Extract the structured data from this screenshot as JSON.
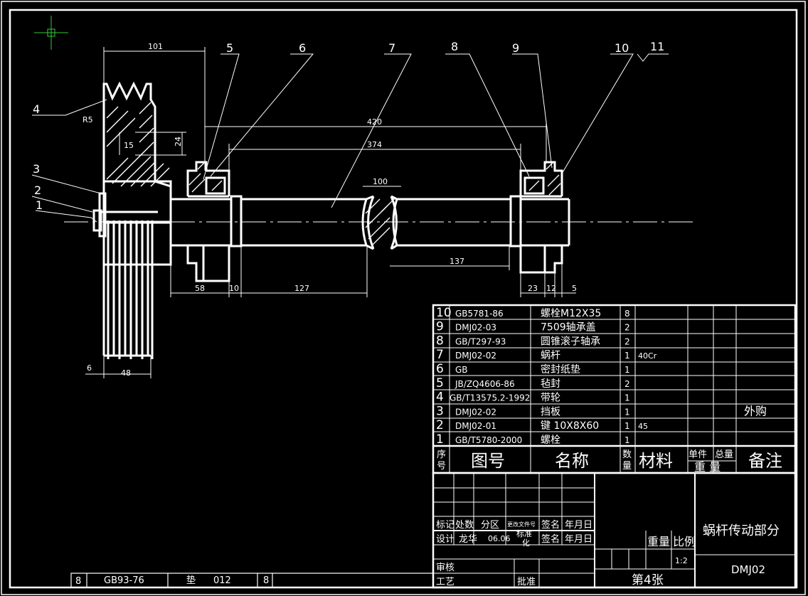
{
  "part_labels": [
    "1",
    "2",
    "3",
    "4",
    "5",
    "6",
    "7",
    "8",
    "9",
    "10",
    "11"
  ],
  "dimensions": {
    "d101": "101",
    "r5": "R5",
    "d15": "15",
    "d24": "24",
    "d420": "420",
    "d374": "374",
    "d100": "100",
    "d137": "137",
    "d58": "58",
    "d10": "10",
    "d127": "127",
    "d23": "23",
    "d12": "12",
    "d5": "5",
    "d6": "6",
    "d48": "48"
  },
  "bom": {
    "rows": [
      {
        "no": "10",
        "code": "GB5781-86",
        "name": "螺栓M12X35",
        "qty": "8",
        "material": "",
        "remark": ""
      },
      {
        "no": "9",
        "code": "DMJ02-03",
        "name": "7509轴承盖",
        "qty": "2",
        "material": "",
        "remark": ""
      },
      {
        "no": "8",
        "code": "GB/T297-93",
        "name": "圆锥滚子轴承",
        "qty": "2",
        "material": "",
        "remark": ""
      },
      {
        "no": "7",
        "code": "DMJ02-02",
        "name": "蜗杆",
        "qty": "1",
        "material": "40Cr",
        "remark": ""
      },
      {
        "no": "6",
        "code": "GB",
        "name": "密封纸垫",
        "qty": "1",
        "material": "",
        "remark": ""
      },
      {
        "no": "5",
        "code": "JB/ZQ4606-86",
        "name": "毡封",
        "qty": "2",
        "material": "",
        "remark": ""
      },
      {
        "no": "4",
        "code": "GB/T13575.2-1992",
        "name": "带轮",
        "qty": "1",
        "material": "",
        "remark": ""
      },
      {
        "no": "3",
        "code": "DMJ02-02",
        "name": "挡板",
        "qty": "1",
        "material": "",
        "remark": "外购"
      },
      {
        "no": "2",
        "code": "DMJ02-01",
        "name": "键 10X8X60",
        "qty": "1",
        "material": "45",
        "remark": ""
      },
      {
        "no": "1",
        "code": "GB/T5780-2000",
        "name": "螺栓",
        "qty": "1",
        "material": "",
        "remark": ""
      }
    ],
    "header": {
      "no_a": "序",
      "no_b": "号",
      "code": "图号",
      "name": "名称",
      "qty_a": "数",
      "qty_b": "量",
      "material": "材料",
      "unit_a": "单件",
      "unit_b": "重 量",
      "total": "总量",
      "remark": "备注"
    }
  },
  "title_block": {
    "mark": "标记",
    "count": "处数",
    "zone": "分区",
    "change_doc": "更改文件号",
    "sign": "签名",
    "date": "年月日",
    "design": "设计",
    "designer": "龙华",
    "design_date": "06.06",
    "standard_a": "标准",
    "standard_b": "化",
    "sign2": "签名",
    "date2": "年月日",
    "review": "审核",
    "process": "工艺",
    "approve": "批准",
    "weight": "重量",
    "scale": "比例",
    "scale_value": "1:2",
    "sheet": "第4张",
    "drawing_title": "蜗杆传动部分",
    "drawing_code": "DMJ02"
  },
  "bottom_row": {
    "no": "8",
    "code": "GB93-76",
    "name": "垫",
    "spec": "012",
    "qty": "8"
  }
}
